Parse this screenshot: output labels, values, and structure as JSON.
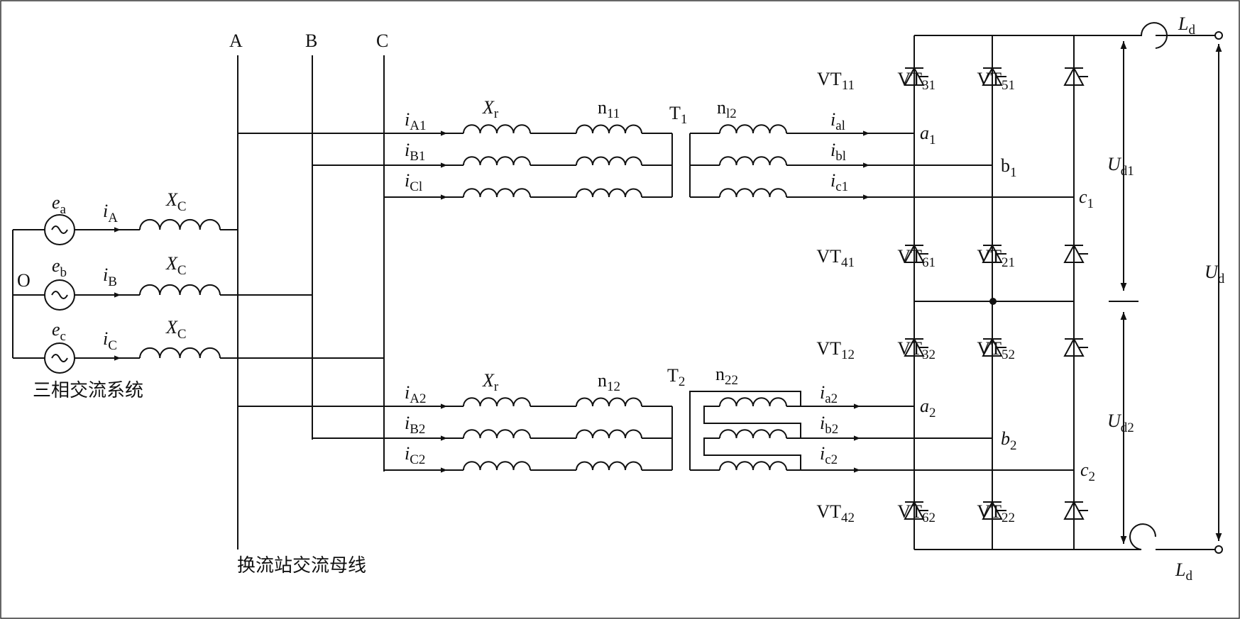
{
  "bus_labels": {
    "a": "A",
    "b": "B",
    "c": "C"
  },
  "source": {
    "neutral": "O",
    "ea": [
      "e",
      "a"
    ],
    "eb": [
      "e",
      "b"
    ],
    "ec": [
      "e",
      "c"
    ],
    "ia": [
      "i",
      "A"
    ],
    "ib": [
      "i",
      "B"
    ],
    "ic": [
      "i",
      "C"
    ],
    "xc1": [
      "X",
      "C"
    ],
    "xc2": [
      "X",
      "C"
    ],
    "xc3": [
      "X",
      "C"
    ],
    "caption": "三相交流系统"
  },
  "bus_caption": "换流站交流母线",
  "transformer1": {
    "name": [
      "T",
      "1"
    ],
    "xr": [
      "X",
      "r"
    ],
    "n_primary": [
      "n",
      "11"
    ],
    "n_secondary": [
      "n",
      "l2"
    ],
    "i_primary": [
      [
        "i",
        "A1"
      ],
      [
        "i",
        "B1"
      ],
      [
        "i",
        "Cl"
      ]
    ],
    "i_secondary": [
      [
        "i",
        "al"
      ],
      [
        "i",
        "bl"
      ],
      [
        "i",
        "c1"
      ]
    ]
  },
  "transformer2": {
    "name": [
      "T",
      "2"
    ],
    "xr": [
      "X",
      "r"
    ],
    "n_primary": [
      "n",
      "12"
    ],
    "n_secondary": [
      "n",
      "22"
    ],
    "i_primary": [
      [
        "i",
        "A2"
      ],
      [
        "i",
        "B2"
      ],
      [
        "i",
        "C2"
      ]
    ],
    "i_secondary": [
      [
        "i",
        "a2"
      ],
      [
        "i",
        "b2"
      ],
      [
        "i",
        "c2"
      ]
    ]
  },
  "nodes": {
    "a1": [
      "a",
      "1"
    ],
    "b1": [
      "b",
      "1"
    ],
    "c1": [
      "c",
      "1"
    ],
    "a2": [
      "a",
      "2"
    ],
    "b2": [
      "b",
      "2"
    ],
    "c2": [
      "c",
      "2"
    ]
  },
  "thyristors": {
    "vt11": [
      "VT",
      "11"
    ],
    "vt31": [
      "VT",
      "31"
    ],
    "vt51": [
      "VT",
      "51"
    ],
    "vt41": [
      "VT",
      "41"
    ],
    "vt61": [
      "VT",
      "61"
    ],
    "vt21": [
      "VT",
      "21"
    ],
    "vt12": [
      "VT",
      "12"
    ],
    "vt32": [
      "VT",
      "32"
    ],
    "vt52": [
      "VT",
      "52"
    ],
    "vt42": [
      "VT",
      "42"
    ],
    "vt62": [
      "VT",
      "62"
    ],
    "vt22": [
      "VT",
      "22"
    ]
  },
  "dc": {
    "ld_top": [
      "L",
      "d"
    ],
    "ld_bottom": [
      "L",
      "d"
    ],
    "ud1": [
      "U",
      "d1"
    ],
    "ud2": [
      "U",
      "d2"
    ],
    "ud": [
      "U",
      "d"
    ]
  }
}
